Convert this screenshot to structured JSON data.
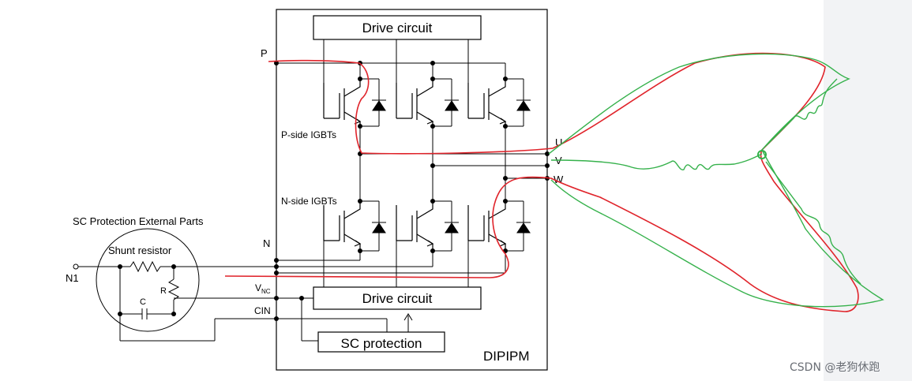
{
  "diagram": {
    "module_name": "DIPIPM",
    "drive_circuit_top_label": "Drive circuit",
    "drive_circuit_bottom_label": "Drive circuit",
    "sc_protection_label": "SC protection",
    "p_side_label": "P-side IGBTs",
    "n_side_label": "N-side IGBTs",
    "pins": {
      "p": "P",
      "n": "N",
      "vnc_main": "V",
      "vnc_sub": "NC",
      "cin": "CIN",
      "u": "U",
      "v": "V",
      "w": "W",
      "n1": "N1"
    },
    "external": {
      "title": "SC Protection External Parts",
      "shunt_label": "Shunt resistor",
      "c_label": "C",
      "r_label": "R"
    },
    "annotation_colors": {
      "red": "#e0242b",
      "green": "#35b14b"
    }
  },
  "watermark": "CSDN @老狗休跑"
}
